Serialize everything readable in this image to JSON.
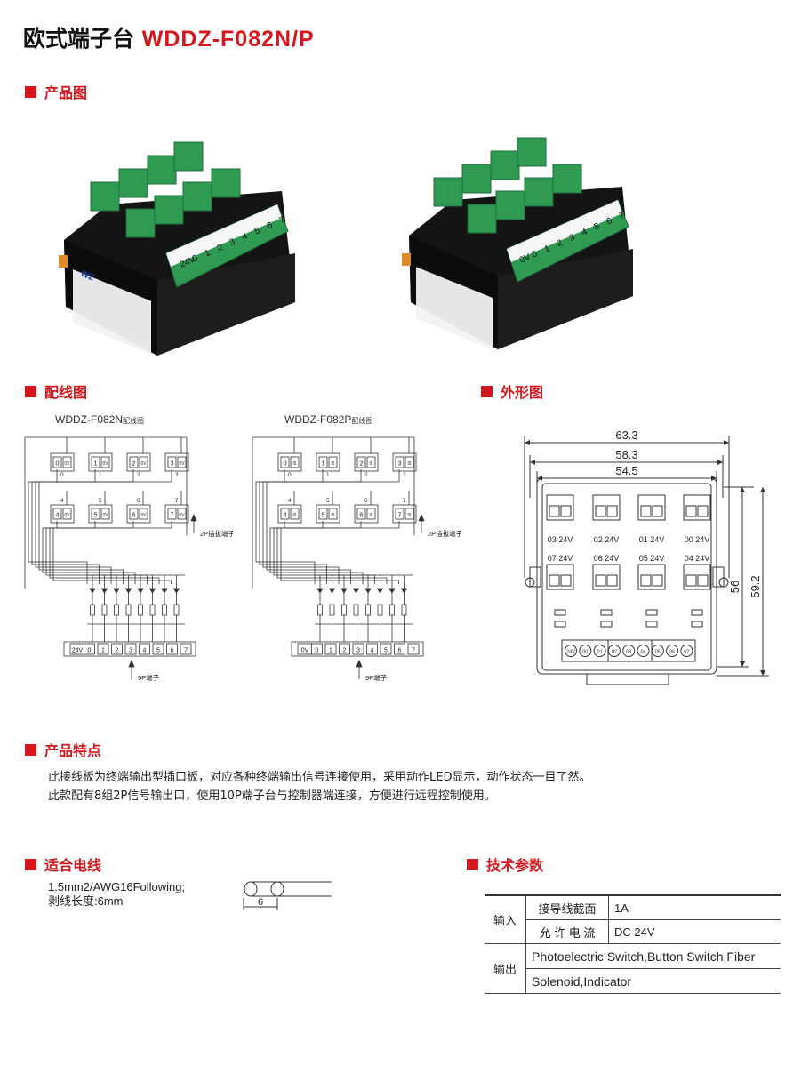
{
  "header": {
    "title_cn": "欧式端子台",
    "title_model": "WDDZ-F082N/P"
  },
  "sections": {
    "product_image": "产品图",
    "wiring": "配线图",
    "outline": "外形图",
    "features": "产品特点",
    "cable": "适合电线",
    "tech": "技术参数"
  },
  "photo_n": {
    "labels": [
      "24V",
      "0",
      "1",
      "2",
      "3",
      "4",
      "5",
      "6",
      "7"
    ]
  },
  "photo_p": {
    "labels": [
      "0V",
      "0",
      "1",
      "2",
      "3",
      "4",
      "5",
      "6",
      "7"
    ]
  },
  "wiring": {
    "n": {
      "title": "WDDZ-F082N",
      "title_suffix": "配线图",
      "top_boxes": [
        [
          "0",
          "0V"
        ],
        [
          "1",
          "0V"
        ],
        [
          "2",
          "0V"
        ],
        [
          "3",
          "0V"
        ]
      ],
      "mid_boxes": [
        [
          "4",
          "0V"
        ],
        [
          "5",
          "0V"
        ],
        [
          "6",
          "0V"
        ],
        [
          "7",
          "0V"
        ]
      ],
      "top_nums": [
        "0",
        "1",
        "2",
        "3"
      ],
      "mid_nums": [
        "4",
        "5",
        "6",
        "7"
      ],
      "terminal": [
        "24V",
        "0",
        "1",
        "2",
        "3",
        "4",
        "5",
        "6",
        "7"
      ],
      "plug_label": "2P插拔端子",
      "term_label": "9P端子"
    },
    "p": {
      "title": "WDDZ-F082P",
      "title_suffix": "配线图",
      "top_boxes": [
        [
          "0",
          "I5"
        ],
        [
          "1",
          "I5"
        ],
        [
          "2",
          "I5"
        ],
        [
          "3",
          "I5"
        ]
      ],
      "mid_boxes": [
        [
          "4",
          "I5"
        ],
        [
          "5",
          "I5"
        ],
        [
          "6",
          "I5"
        ],
        [
          "7",
          "I5"
        ]
      ],
      "top_nums": [
        "0",
        "1",
        "2",
        "3"
      ],
      "mid_nums": [
        "4",
        "5",
        "6",
        "7"
      ],
      "terminal": [
        "0V",
        "0",
        "1",
        "2",
        "3",
        "4",
        "5",
        "6",
        "7"
      ],
      "plug_label": "2P插拔端子",
      "term_label": "9P端子"
    }
  },
  "outline": {
    "dim_w1": "63.3",
    "dim_w2": "58.3",
    "dim_w3": "54.5",
    "dim_h1": "56",
    "dim_h2": "59.2",
    "row1": [
      "03 24V",
      "02 24V",
      "01 24V",
      "00 24V"
    ],
    "row2": [
      "07 24V",
      "06 24V",
      "05 24V",
      "04 24V"
    ],
    "terminals": [
      "24V",
      "00",
      "01",
      "02",
      "03",
      "04",
      "05",
      "06",
      "07"
    ]
  },
  "features": {
    "line1": "此接线板为终端输出型插口板，对应各种终端输出信号连接使用，采用动作LED显示，动作状态一目了然。",
    "line2": "此款配有8组2P信号输出口，使用10P端子台与控制器端连接，方便进行远程控制使用。"
  },
  "cable": {
    "line1": "1.5mm2/AWG16Following;",
    "line2": "剥线长度:6mm",
    "strip": "6"
  },
  "tech": {
    "input_label": "输入",
    "output_label": "输出",
    "rows": [
      {
        "name": "接导线截面",
        "value": "1A"
      },
      {
        "name": "允 许 电 流",
        "value": "DC 24V"
      }
    ],
    "output_1": "Photoelectric Switch,Button Switch,Fiber",
    "output_2": "Solenoid,Indicator"
  },
  "colors": {
    "accent": "#d7161c",
    "terminal_green": "#2f9a52",
    "body_black": "#151515"
  }
}
